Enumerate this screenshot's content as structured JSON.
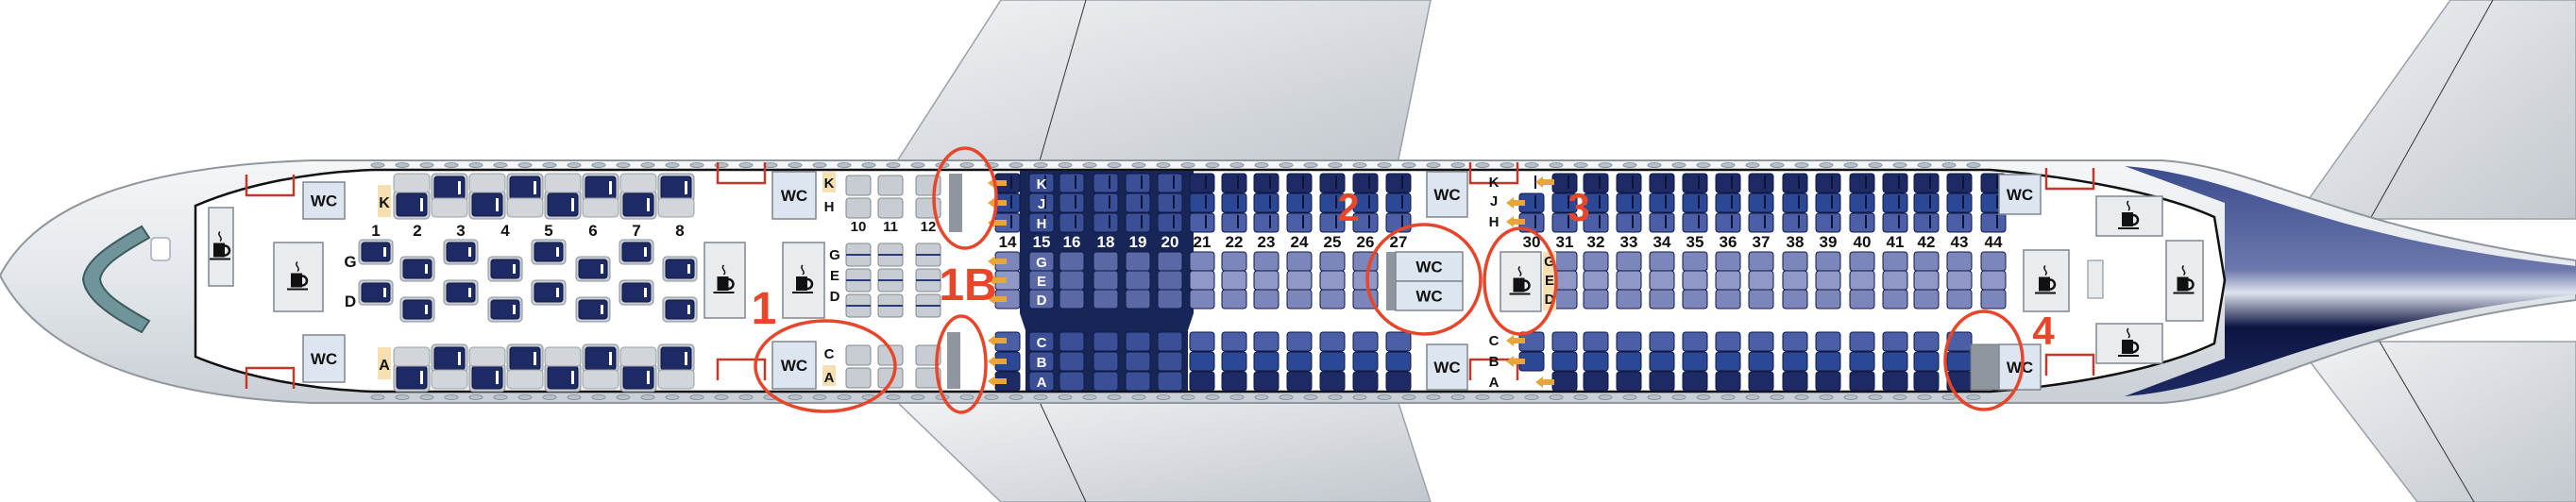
{
  "wc_label": "WC",
  "first_class": {
    "rows": [
      "1",
      "2",
      "3",
      "4",
      "5",
      "6",
      "7",
      "8"
    ],
    "letters": {
      "top": "K",
      "center": [
        "G",
        "D"
      ],
      "bottom": "A"
    }
  },
  "business": {
    "rows": [
      "10",
      "11",
      "12"
    ],
    "letters": {
      "top": [
        "K",
        "H"
      ],
      "center": [
        "G",
        "E",
        "D"
      ],
      "bottom": [
        "C",
        "A"
      ]
    }
  },
  "economy": {
    "rows": [
      "14",
      "15",
      "16",
      "18",
      "19",
      "20",
      "21",
      "22",
      "23",
      "24",
      "25",
      "26",
      "27",
      "30",
      "31",
      "32",
      "33",
      "34",
      "35",
      "36",
      "37",
      "38",
      "39",
      "40",
      "41",
      "42",
      "43",
      "44"
    ],
    "row15_letters": {
      "top": [
        "K",
        "J",
        "H"
      ],
      "center": [
        "G",
        "E",
        "D"
      ],
      "bottom": [
        "C",
        "B",
        "A"
      ]
    },
    "row30_letters": {
      "top": [
        "K",
        "J",
        "H"
      ],
      "center": [
        "G",
        "E",
        "D"
      ],
      "bottom": [
        "C",
        "B",
        "A"
      ]
    }
  },
  "annotations": [
    {
      "label": "1"
    },
    {
      "label": "1B"
    },
    {
      "label": "2"
    },
    {
      "label": "3"
    },
    {
      "label": "4"
    }
  ],
  "icons": {
    "galley": "coffee-cup-icon",
    "exit": "exit-arrow-icon",
    "lavatory": "wc-icon"
  },
  "colors": {
    "navy_dark": "#1d2a63",
    "navy": "#2c4796",
    "navy_mid": "#4c5fa6",
    "navy_light": "#7c86bb",
    "highlight_zone": "#172656",
    "annotation_red": "#e8462a",
    "exit_orange": "#e9a43a"
  }
}
